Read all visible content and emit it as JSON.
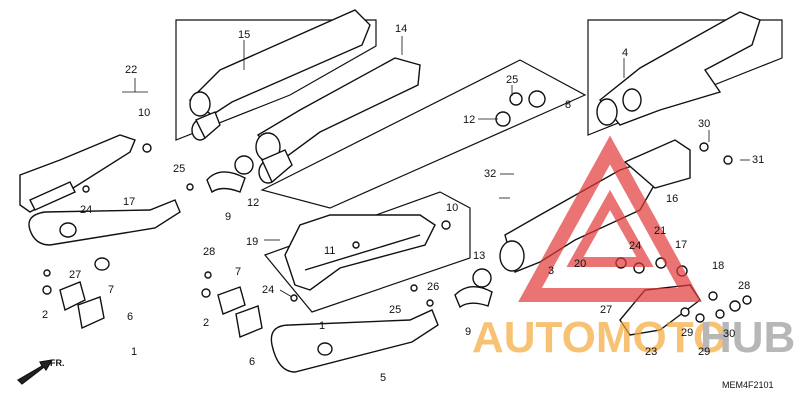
{
  "diagram": {
    "catalog_code": "MEM4F2101",
    "direction_label": "FR.",
    "watermark": {
      "text_left": "AUTOMOTO",
      "text_right": "HUB",
      "color_red": "#e23a3a",
      "color_orange": "#f4a93a"
    },
    "callouts": [
      "1",
      "1",
      "2",
      "2",
      "3",
      "4",
      "5",
      "6",
      "6",
      "7",
      "7",
      "8",
      "9",
      "9",
      "10",
      "10",
      "11",
      "12",
      "12",
      "13",
      "14",
      "15",
      "16",
      "17",
      "17",
      "18",
      "19",
      "20",
      "21",
      "22",
      "23",
      "24",
      "24",
      "24",
      "25",
      "25",
      "25",
      "26",
      "27",
      "27",
      "28",
      "28",
      "29",
      "29",
      "30",
      "30",
      "31",
      "32"
    ]
  }
}
